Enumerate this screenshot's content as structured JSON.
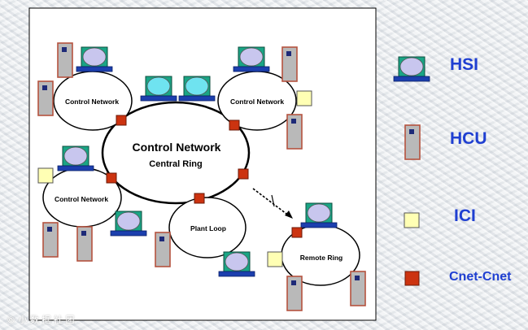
{
  "rings": {
    "central_title": "Control Network",
    "central_subtitle": "Central Ring",
    "control_network_1": "Control Network",
    "control_network_2": "Control Network",
    "control_network_3": "Control Network",
    "plant_loop": "Plant Loop",
    "remote_ring": "Remote Ring"
  },
  "legend": {
    "hsi": "HSI",
    "hcu": "HCU",
    "ici": "ICI",
    "cnet": "Cnet-Cnet"
  },
  "watermark": "© 小 数 据 社 团",
  "colors": {
    "hsi_screen": "#c8c6ee",
    "hsi_screen_alt": "#6fe3f0",
    "hsi_base": "#1c3fae",
    "hcu_body": "#b9b9b9",
    "hcu_border": "#b5533f",
    "ici": "#ffffb4",
    "cnet": "#cc3310",
    "legend_text": "#1f3fd1"
  }
}
